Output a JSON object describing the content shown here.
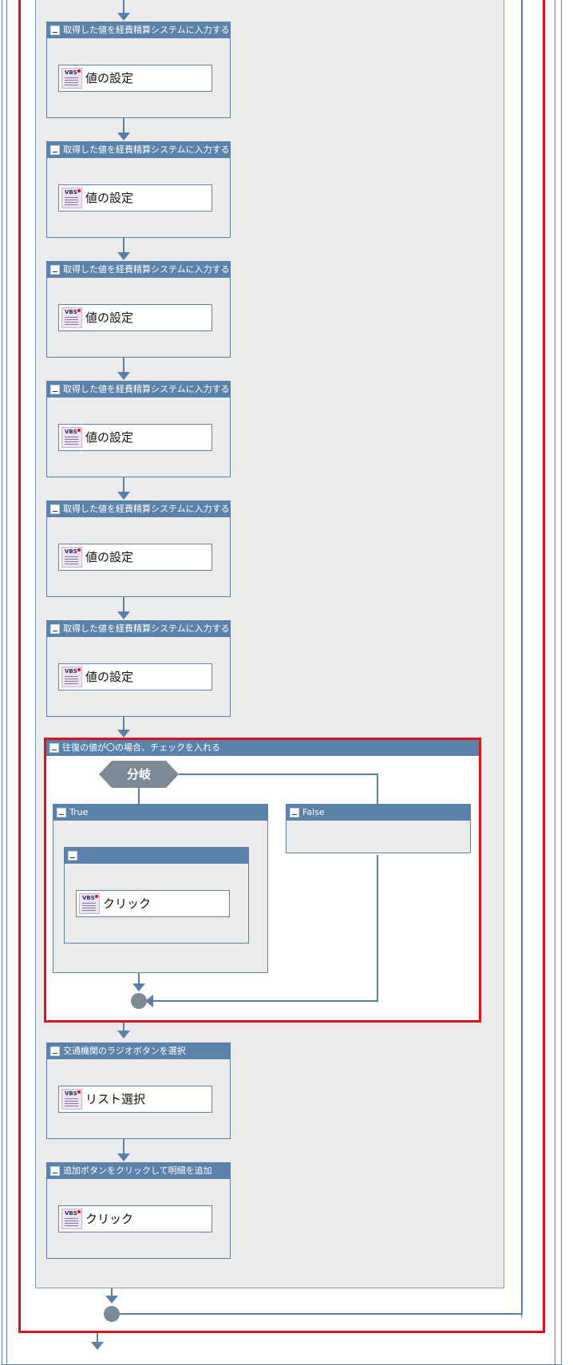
{
  "sequence_blocks": [
    {
      "title": "取得した値を経費精算システムに入力する",
      "activity": "値の設定"
    },
    {
      "title": "取得した値を経費精算システムに入力する",
      "activity": "値の設定"
    },
    {
      "title": "取得した値を経費精算システムに入力する",
      "activity": "値の設定"
    },
    {
      "title": "取得した値を経費精算システムに入力する",
      "activity": "値の設定"
    },
    {
      "title": "取得した値を経費精算システムに入力する",
      "activity": "値の設定"
    },
    {
      "title": "取得した値を経費精算システムに入力する",
      "activity": "値の設定"
    }
  ],
  "branch_group": {
    "title": "往復の値が〇の場合、チェックを入れる",
    "decision": "分岐",
    "true_label": "True",
    "false_label": "False",
    "inner_activity": "クリック"
  },
  "tail_blocks": [
    {
      "title": "交通機関のラジオボタンを選択",
      "activity": "リスト選択"
    },
    {
      "title": "追加ボタンをクリックして明細を追加",
      "activity": "クリック"
    }
  ],
  "icon_text": "VBS",
  "colors": {
    "header": "#5b82aa",
    "highlight": "#d9141e",
    "panel": "#ececec"
  }
}
